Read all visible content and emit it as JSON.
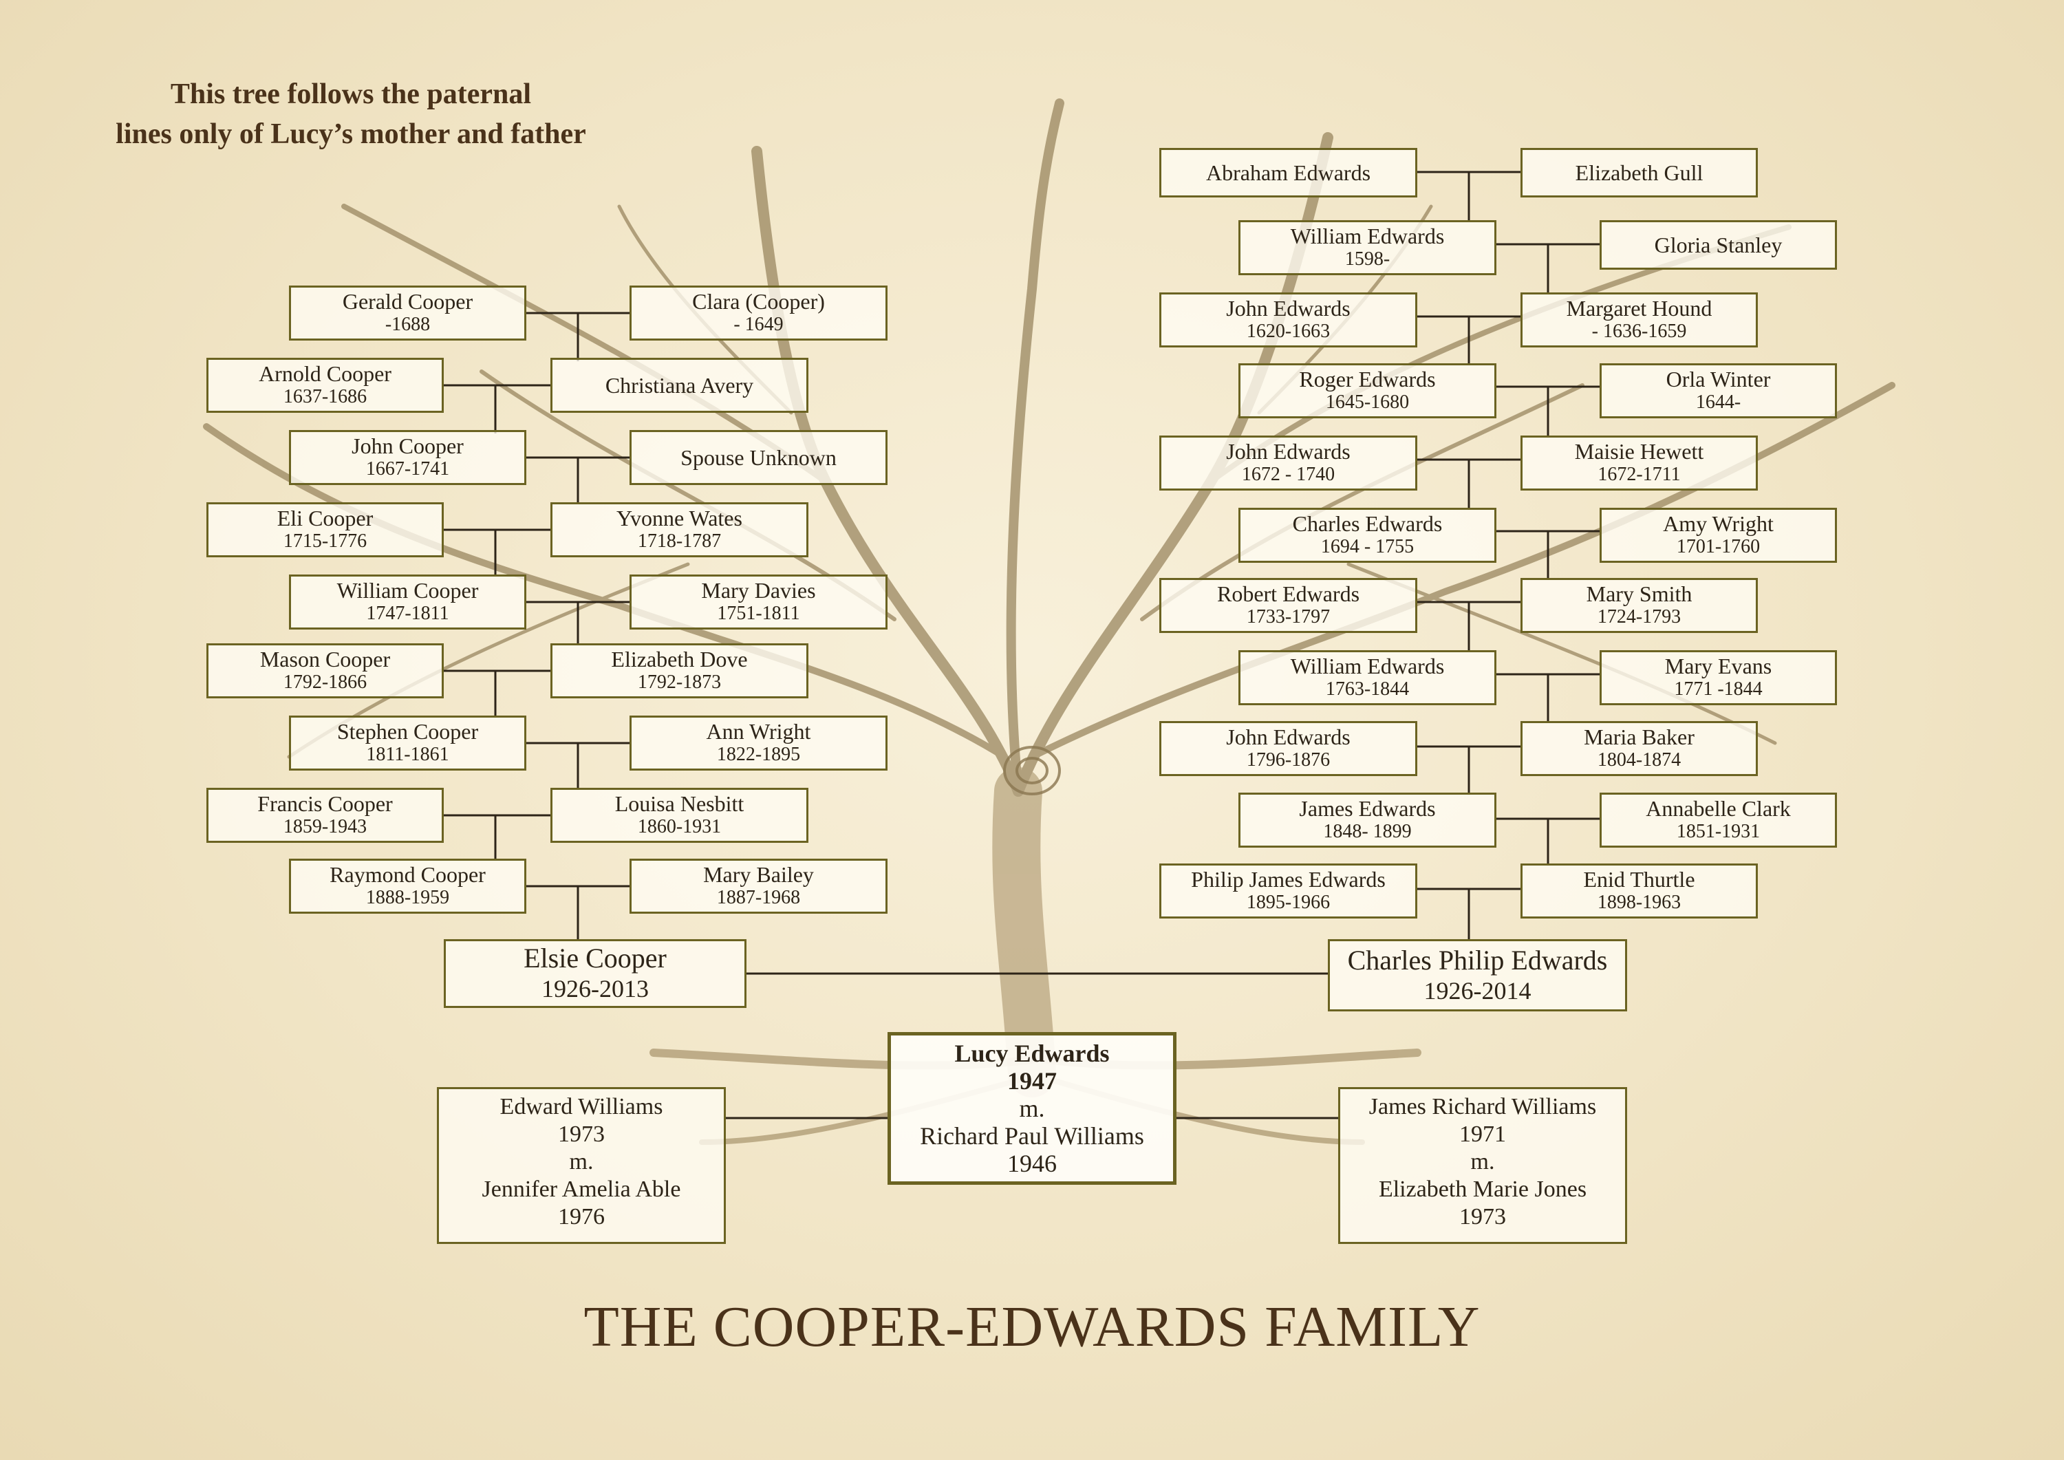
{
  "note": {
    "line1": "This tree follows the paternal",
    "line2": "lines only of Lucy’s mother and father"
  },
  "cooper_line": [
    {
      "name": "Gerald Cooper",
      "dates": "-1688"
    },
    {
      "name": "Clara (Cooper)",
      "dates": "- 1649"
    },
    {
      "name": "Arnold Cooper",
      "dates": "1637-1686"
    },
    {
      "name": "Christiana Avery",
      "dates": ""
    },
    {
      "name": "John Cooper",
      "dates": "1667-1741"
    },
    {
      "name": "Spouse Unknown",
      "dates": ""
    },
    {
      "name": "Eli Cooper",
      "dates": "1715-1776"
    },
    {
      "name": "Yvonne Wates",
      "dates": "1718-1787"
    },
    {
      "name": "William Cooper",
      "dates": "1747-1811"
    },
    {
      "name": "Mary Davies",
      "dates": "1751-1811"
    },
    {
      "name": "Mason Cooper",
      "dates": "1792-1866"
    },
    {
      "name": "Elizabeth Dove",
      "dates": "1792-1873"
    },
    {
      "name": "Stephen Cooper",
      "dates": "1811-1861"
    },
    {
      "name": "Ann Wright",
      "dates": "1822-1895"
    },
    {
      "name": "Francis Cooper",
      "dates": "1859-1943"
    },
    {
      "name": "Louisa Nesbitt",
      "dates": "1860-1931"
    },
    {
      "name": "Raymond Cooper",
      "dates": "1888-1959"
    },
    {
      "name": "Mary Bailey",
      "dates": "1887-1968"
    }
  ],
  "edwards_line": [
    {
      "name": "Abraham Edwards",
      "dates": ""
    },
    {
      "name": "Elizabeth Gull",
      "dates": ""
    },
    {
      "name": "William Edwards",
      "dates": "1598-"
    },
    {
      "name": "Gloria Stanley",
      "dates": ""
    },
    {
      "name": "John Edwards",
      "dates": "1620-1663"
    },
    {
      "name": "Margaret Hound",
      "dates": "- 1636-1659"
    },
    {
      "name": "Roger Edwards",
      "dates": "1645-1680"
    },
    {
      "name": "Orla Winter",
      "dates": "1644-"
    },
    {
      "name": "John Edwards",
      "dates": "1672 - 1740"
    },
    {
      "name": "Maisie Hewett",
      "dates": "1672-1711"
    },
    {
      "name": "Charles Edwards",
      "dates": "1694 - 1755"
    },
    {
      "name": "Amy Wright",
      "dates": "1701-1760"
    },
    {
      "name": "Robert Edwards",
      "dates": "1733-1797"
    },
    {
      "name": "Mary Smith",
      "dates": "1724-1793"
    },
    {
      "name": "William Edwards",
      "dates": "1763-1844"
    },
    {
      "name": "Mary Evans",
      "dates": "1771 -1844"
    },
    {
      "name": "John Edwards",
      "dates": "1796-1876"
    },
    {
      "name": "Maria Baker",
      "dates": "1804-1874"
    },
    {
      "name": "James Edwards",
      "dates": "1848- 1899"
    },
    {
      "name": "Annabelle Clark",
      "dates": "1851-1931"
    },
    {
      "name": "Philip James Edwards",
      "dates": "1895-1966"
    },
    {
      "name": "Enid Thurtle",
      "dates": "1898-1963"
    }
  ],
  "parents": [
    {
      "name": "Elsie Cooper",
      "dates": "1926-2013"
    },
    {
      "name": "Charles Philip Edwards",
      "dates": "1926-2014"
    }
  ],
  "center": {
    "name": "Lucy Edwards",
    "year": "1947",
    "married": "m.",
    "spouse": "Richard Paul Williams",
    "spouse_year": "1946"
  },
  "children": [
    {
      "name": "Edward Williams",
      "year": "1973",
      "married": "m.",
      "spouse": "Jennifer Amelia Able",
      "spouse_year": "1976"
    },
    {
      "name": "James Richard Williams",
      "year": "1971",
      "married": "m.",
      "spouse": "Elizabeth Marie Jones",
      "spouse_year": "1973"
    }
  ],
  "family_title": "THE COOPER-EDWARDS FAMILY",
  "colors": {
    "background": "#f3e8cc",
    "box_border": "#6b6322",
    "text": "#2d2418",
    "title": "#4a321a",
    "branches": "#8a7650"
  }
}
